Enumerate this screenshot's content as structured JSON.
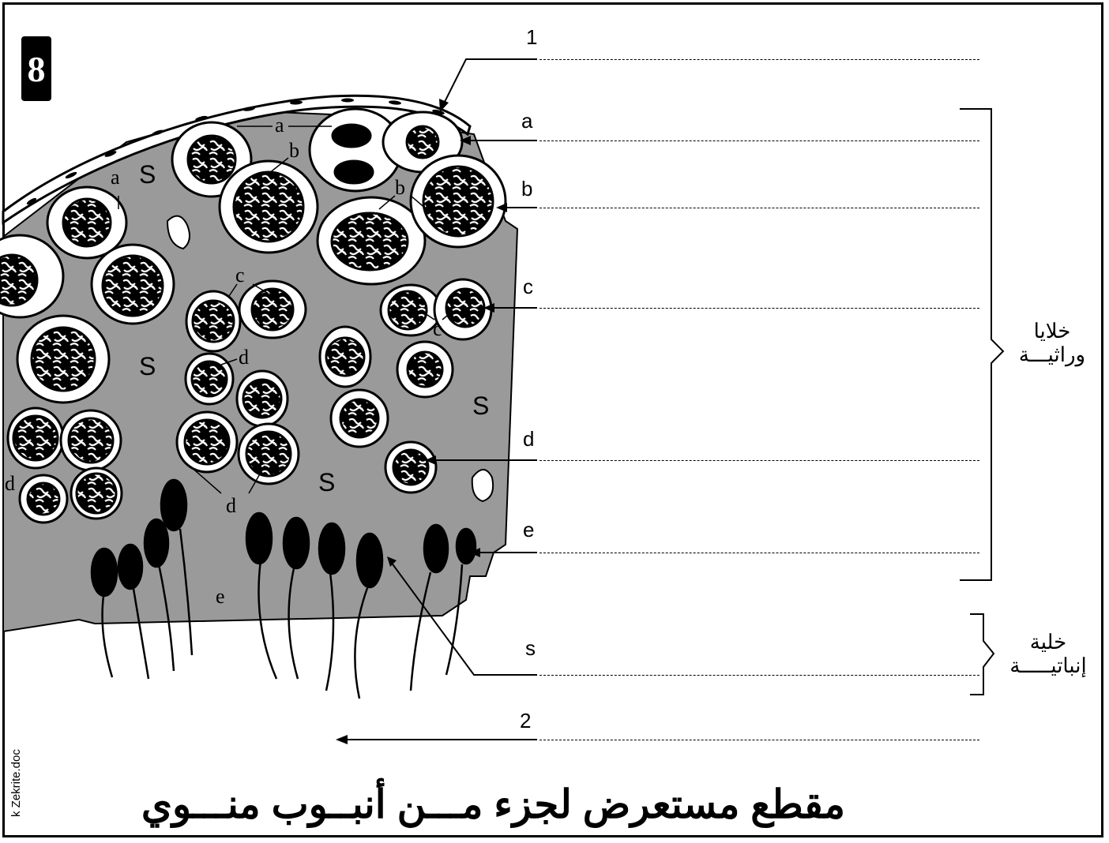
{
  "figure_number": "8",
  "title": "مقطع مستعرض لجزء مـــن أنبــوب منـــوي",
  "watermark": "k Zekrite.doc",
  "right_labels": {
    "l1": "1",
    "la": "a",
    "lb": "b",
    "lc": "c",
    "ld": "d",
    "le": "e",
    "ls": "s",
    "l2": "2"
  },
  "diagram_letters": {
    "a": "a",
    "b": "b",
    "c": "c",
    "d": "d",
    "e": "e",
    "S": "S"
  },
  "groups": {
    "germ_cells_line1": "خلايا",
    "germ_cells_line2": "وراثيـــة",
    "sertoli_line1": "خلية",
    "sertoli_line2": "إنباتيـــــة"
  }
}
